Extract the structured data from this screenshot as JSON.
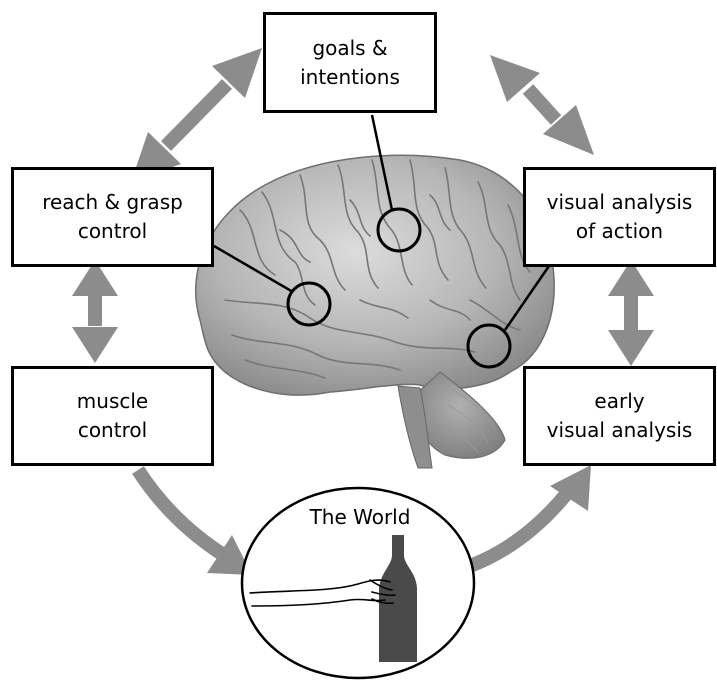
{
  "boxes": {
    "goals": {
      "line1": "goals &",
      "line2": "intentions"
    },
    "reach": {
      "line1": "reach & grasp",
      "line2": "control"
    },
    "visual_action": {
      "line1": "visual analysis",
      "line2": "of action"
    },
    "muscle": {
      "line1": "muscle",
      "line2": "control"
    },
    "early_visual": {
      "line1": "early",
      "line2": "visual analysis"
    }
  },
  "world": {
    "label": "The World"
  },
  "colors": {
    "arrow": "#8c8c8c",
    "box_border": "#000000",
    "brain": "#b8b8b8",
    "bottle": "#4a4a4a"
  },
  "icons": [
    "brain-illustration",
    "bottle-icon",
    "hand-arm-icon"
  ]
}
